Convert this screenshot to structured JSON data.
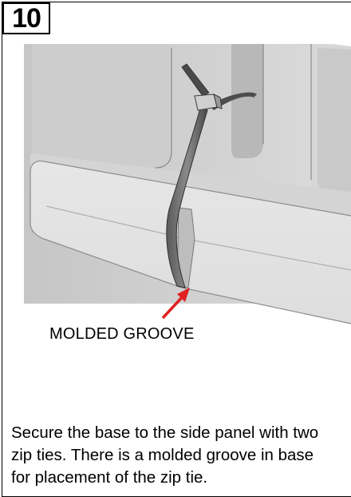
{
  "step": {
    "number": "10"
  },
  "illustration": {
    "callout_label": "MOLDED GROOVE",
    "callout_color": "#e0201f"
  },
  "instructions": {
    "lines": [
      "Secure the base to the side panel with two",
      "zip ties. There is a molded groove in base",
      "for placement of the zip tie."
    ]
  }
}
